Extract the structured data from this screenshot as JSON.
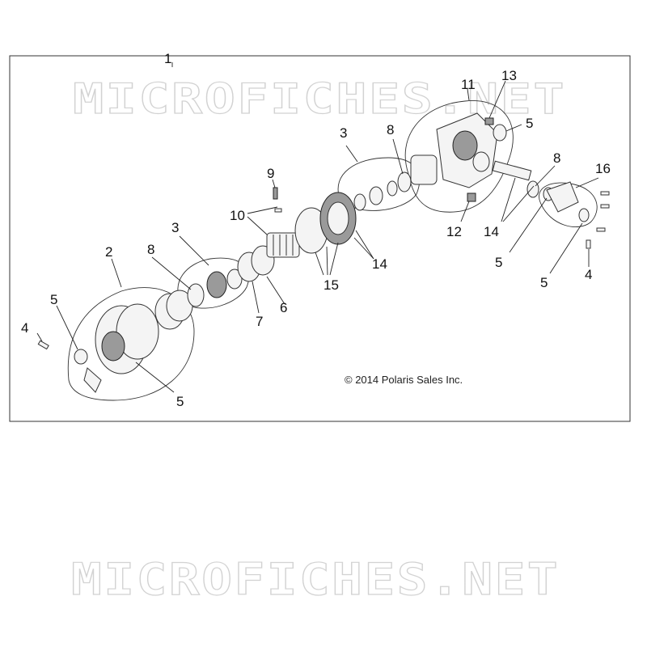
{
  "diagram": {
    "copyright": "© 2014 Polaris Sales Inc.",
    "watermark": "MICROFICHES.NET",
    "callouts": {
      "c1": "1",
      "c2": "2",
      "c3a": "3",
      "c3b": "3",
      "c4a": "4",
      "c4b": "4",
      "c5a": "5",
      "c5b": "5",
      "c5c": "5",
      "c5d": "5",
      "c5e": "5",
      "c6": "6",
      "c7": "7",
      "c8a": "8",
      "c8b": "8",
      "c8c": "8",
      "c9": "9",
      "c10": "10",
      "c11": "11",
      "c12": "12",
      "c13": "13",
      "c14a": "14",
      "c14b": "14",
      "c15": "15",
      "c16": "16"
    }
  }
}
